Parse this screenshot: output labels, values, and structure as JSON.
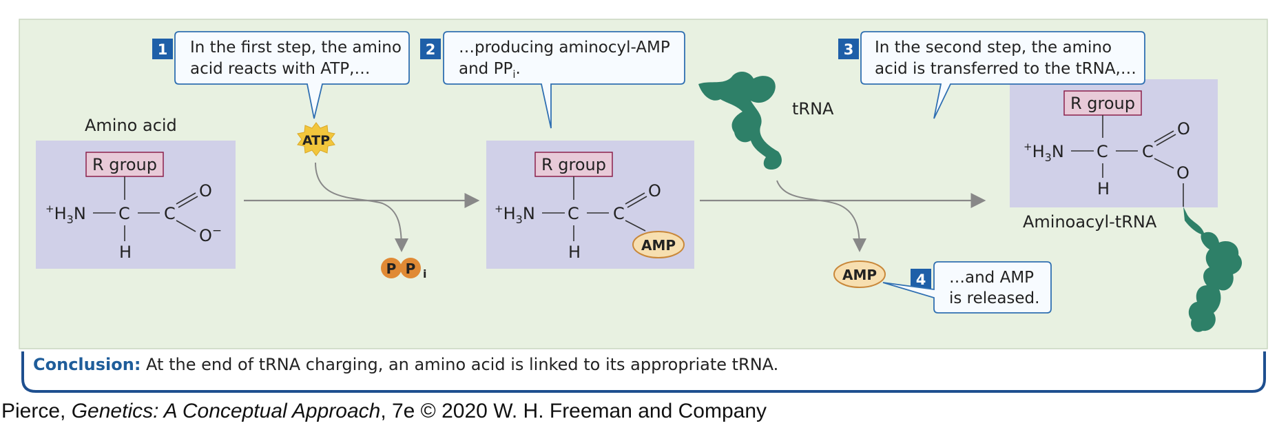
{
  "steps": [
    {
      "number": "1",
      "line1": "In the first step, the amino",
      "line2": "acid reacts with ATP,…"
    },
    {
      "number": "2",
      "line1": "…producing aminocyl-AMP",
      "line2": "and PP",
      "line2_sub": "i",
      "line2_tail": "."
    },
    {
      "number": "3",
      "line1": "In the second step, the amino",
      "line2": "acid is transferred to the tRNA,…"
    },
    {
      "number": "4",
      "line1": "…and AMP",
      "line2": "is released."
    }
  ],
  "labels": {
    "amino_acid": "Amino acid",
    "trna": "tRNA",
    "aminoacyl_trna": "Aminoacyl-tRNA",
    "r_group": "R group",
    "atp": "ATP",
    "amp": "AMP",
    "ppi_p": "P",
    "ppi_sub": "i"
  },
  "chem": {
    "plus": "+",
    "h3n_h": "H",
    "h3n_3": "3",
    "h3n_n": "N",
    "c": "C",
    "h": "H",
    "o": "O",
    "o_minus": "O",
    "minus": "−"
  },
  "conclusion": {
    "label": "Conclusion:",
    "text": " At the end of tRNA charging, an amino acid is linked to its appropriate tRNA."
  },
  "credit": {
    "author": "Pierce, ",
    "title": "Genetics: A Conceptual Approach",
    "rest": ", 7e © 2020 W. H. Freeman and Company"
  },
  "colors": {
    "panel_bg": "#e8f1e1",
    "molecule_bg": "#d0d0e8",
    "rgroup_bg": "#e8cad8",
    "rgroup_border": "#8a1f4a",
    "callout_border": "#2f6fb1",
    "callout_bg": "#f7fbff",
    "step_badge": "#1e5fa8",
    "trna": "#2e8068",
    "atp_star": "#f2c63c",
    "amp_fill": "#f7dfb0",
    "amp_stroke": "#c9883a",
    "ppi": "#e08a35",
    "conclusion_border": "#1e4f8f",
    "conclusion_label": "#1f5d9a"
  }
}
